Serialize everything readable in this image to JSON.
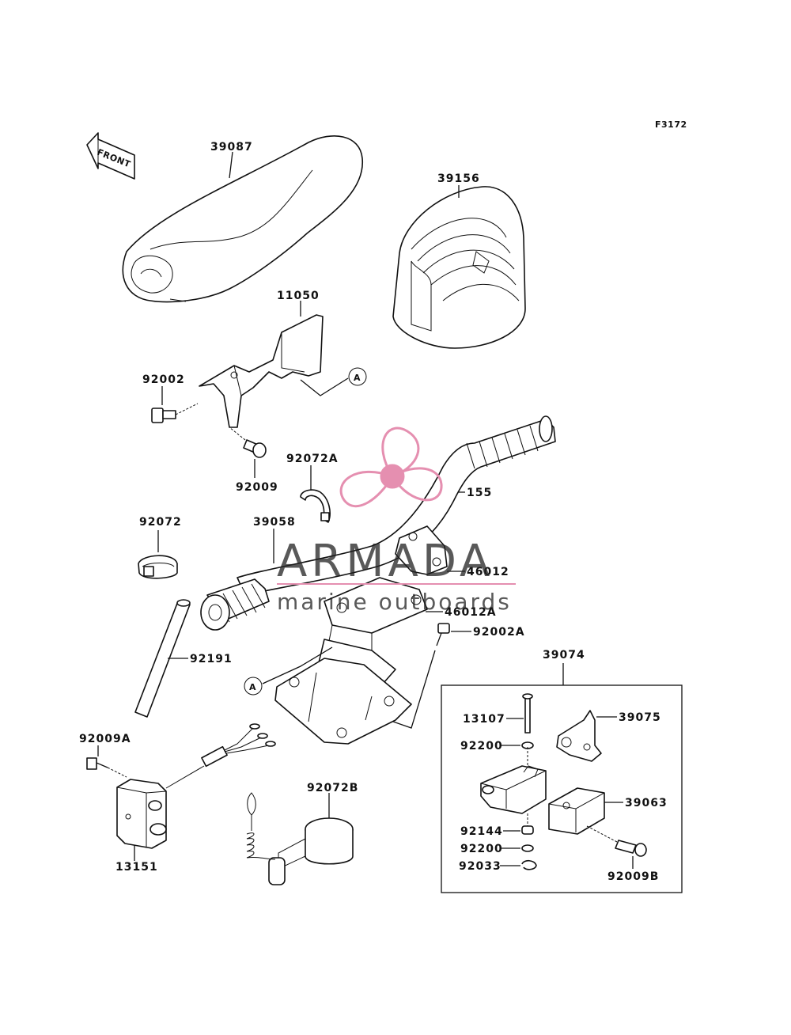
{
  "figure_code": "F3172",
  "front_label": "FRONT",
  "callout_a": "A",
  "parts": {
    "p39087": "39087",
    "p39156": "39156",
    "p11050": "11050",
    "p92002": "92002",
    "p92009": "92009",
    "p92072A": "92072A",
    "p155": "155",
    "p92072": "92072",
    "p39058": "39058",
    "p46012": "46012",
    "p46012A": "46012A",
    "p92002A": "92002A",
    "p39074": "39074",
    "p92191": "92191",
    "p13107": "13107",
    "p39075": "39075",
    "p92200": "92200",
    "p92009A": "92009A",
    "p39063": "39063",
    "p92072B": "92072B",
    "p92144": "92144",
    "p92200b": "92200",
    "p92033": "92033",
    "p92009B": "92009B",
    "p13151": "13151"
  },
  "watermark": {
    "brand": "ARMADA",
    "tagline": "marine outboards",
    "accent_color": "#e58fb0"
  }
}
